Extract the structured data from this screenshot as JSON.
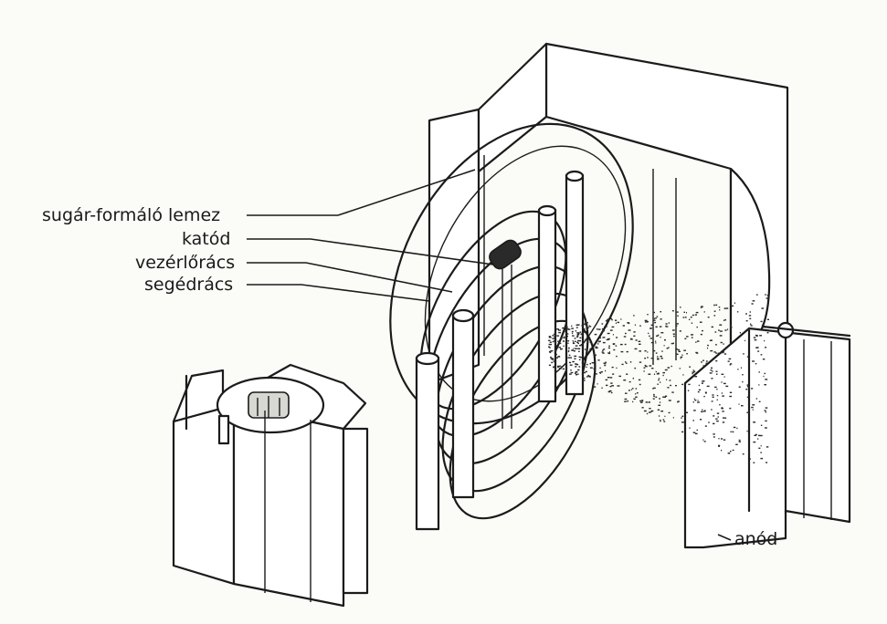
{
  "labels": {
    "beam_plate": "sugár-formáló lemez",
    "cathode": "katód",
    "control_grid": "vezérlőrács",
    "screen_grid": "segédrács",
    "anode": "anód"
  }
}
